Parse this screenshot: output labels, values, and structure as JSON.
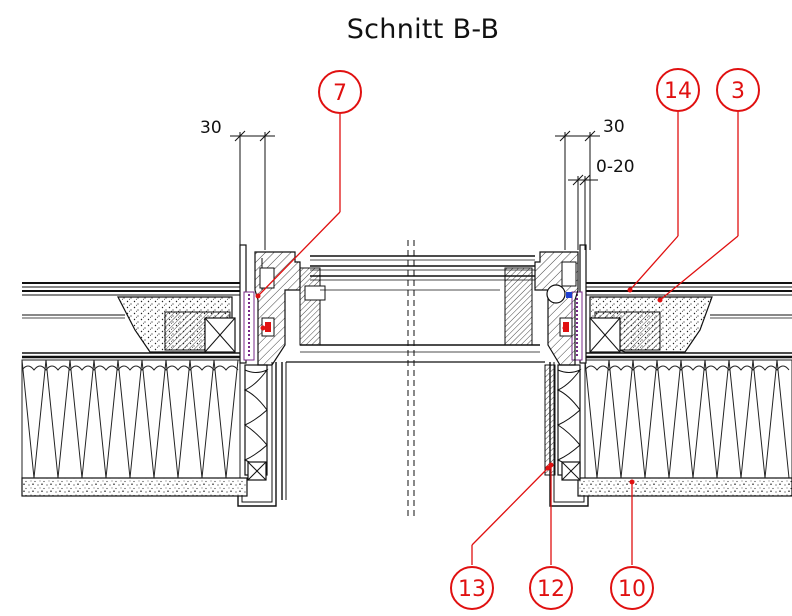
{
  "title": "Schnitt B-B",
  "dimensions": {
    "left_width": "30",
    "right_width": "30",
    "right_gap": "0-20"
  },
  "callouts": {
    "c7": "7",
    "c14": "14",
    "c3": "3",
    "c13": "13",
    "c12": "12",
    "c10": "10"
  },
  "colors": {
    "line": "#111111",
    "callout": "#e01010",
    "hatch": "#444444",
    "seal_purple": "#7a2a8a",
    "marker_blue": "#2040d0"
  }
}
